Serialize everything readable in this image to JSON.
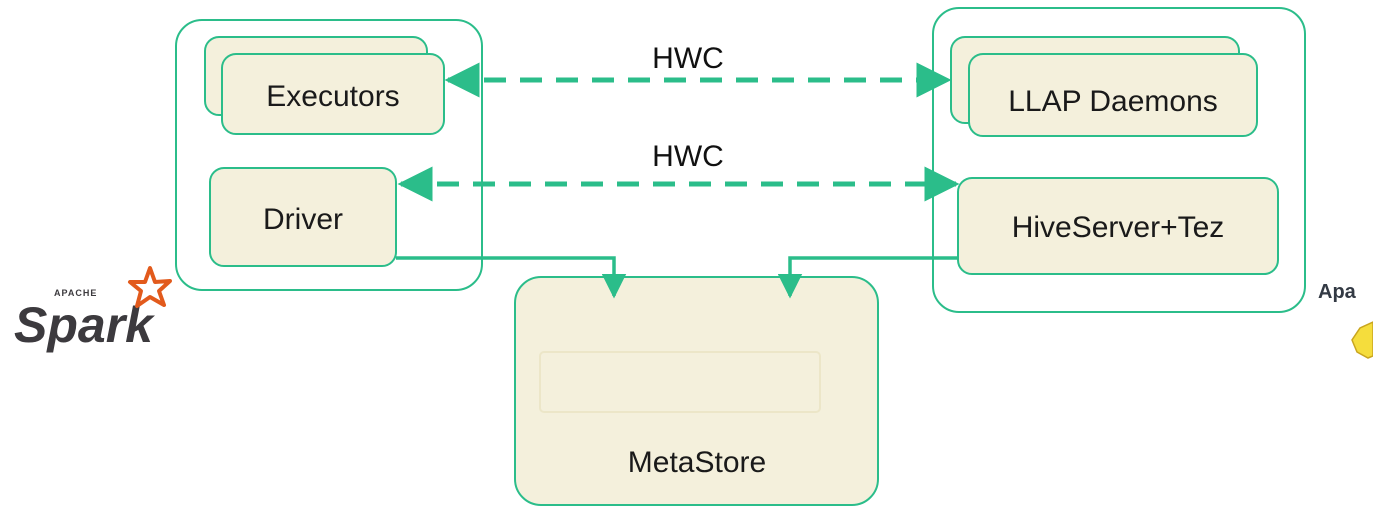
{
  "colors": {
    "accent": "#2bbd8a",
    "node_fill": "#f4f0dc",
    "node_stroke": "#2bbd8a",
    "container_stroke": "#2bbd8a",
    "spark_star": "#e25a1c",
    "spark_text": "#3c3a3e",
    "hive_yellow": "#f5dd3c"
  },
  "spark_side": {
    "executors_label": "Executors",
    "driver_label": "Driver",
    "logo": {
      "small_text": "APACHE",
      "word": "Spark",
      "icon": "spark-star-icon"
    }
  },
  "hive_side": {
    "llap_label": "LLAP Daemons",
    "hiveserver_label": "HiveServer+Tez",
    "logo": {
      "text": "Apa",
      "icon": "hive-bee-icon"
    }
  },
  "metastore": {
    "label": "MetaStore"
  },
  "connections": [
    {
      "from": "executors",
      "to": "llap-daemons",
      "label": "HWC",
      "style": "dashed",
      "direction": "both"
    },
    {
      "from": "driver",
      "to": "hiveserver-tez",
      "label": "HWC",
      "style": "dashed",
      "direction": "both"
    },
    {
      "from": "driver",
      "to": "metastore",
      "label": "",
      "style": "solid",
      "direction": "forward"
    },
    {
      "from": "hiveserver-tez",
      "to": "metastore",
      "label": "",
      "style": "solid",
      "direction": "forward"
    }
  ]
}
